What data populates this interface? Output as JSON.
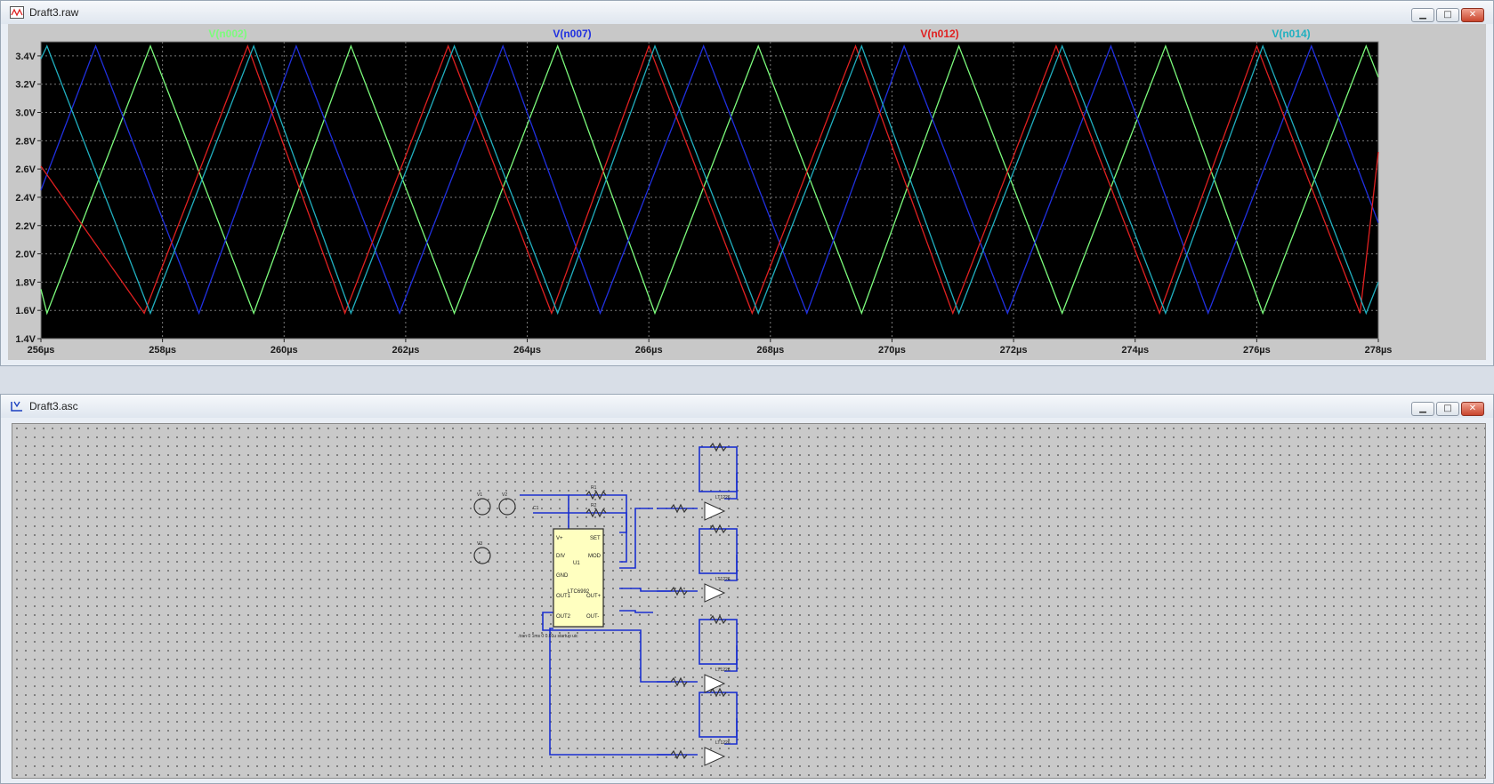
{
  "waveform_window": {
    "title": "Draft3.raw",
    "buttons": {
      "minimize": "▁",
      "maximize": "□",
      "close": "✕"
    }
  },
  "schematic_window": {
    "title": "Draft3.asc",
    "buttons": {
      "minimize": "▁",
      "maximize": "□",
      "close": "✕"
    },
    "labels": {
      "u1_name": "U1",
      "u1_part": "LTC6992",
      "u1_pins": [
        "V+",
        "SET",
        "DIV",
        "MOD",
        "GND",
        "OUT1",
        "OUT2",
        "OUT+",
        "OUT-"
      ],
      "sources": [
        "V1",
        "V2",
        "V3"
      ],
      "caps": [
        "C1"
      ],
      "resistors": [
        "R1",
        "R2"
      ],
      "opamp_part": "LT1226",
      "directive": ".tran 0 1ms 0 0.01u startup uic"
    }
  },
  "chart_data": {
    "type": "line",
    "x_unit": "µs",
    "y_unit": "V",
    "xlim": [
      256,
      278
    ],
    "ylim": [
      1.4,
      3.5
    ],
    "x_ticks": [
      "256µs",
      "258µs",
      "260µs",
      "262µs",
      "264µs",
      "266µs",
      "268µs",
      "270µs",
      "272µs",
      "274µs",
      "276µs",
      "278µs"
    ],
    "y_ticks": [
      "1.4V",
      "1.6V",
      "1.8V",
      "2.0V",
      "2.2V",
      "2.4V",
      "2.6V",
      "2.8V",
      "3.0V",
      "3.2V",
      "3.4V"
    ],
    "grid": true,
    "legend_placement": "top",
    "series": [
      {
        "name": "V(n002)",
        "color": "#7cfc7c",
        "x": [
          256.0,
          256.1,
          257.8,
          259.5,
          261.1,
          262.8,
          264.5,
          266.1,
          267.8,
          269.5,
          271.1,
          272.8,
          274.5,
          276.1,
          277.8,
          278.0
        ],
        "y": [
          1.75,
          1.58,
          3.47,
          1.58,
          3.47,
          1.58,
          3.47,
          1.58,
          3.47,
          1.58,
          3.47,
          1.58,
          3.47,
          1.58,
          3.47,
          3.25
        ]
      },
      {
        "name": "V(n007)",
        "color": "#2030e0",
        "x": [
          256.0,
          256.9,
          258.6,
          260.2,
          261.9,
          263.6,
          265.2,
          266.9,
          268.6,
          270.2,
          271.9,
          273.6,
          275.2,
          276.9,
          278.0
        ],
        "y": [
          2.45,
          3.47,
          1.58,
          3.47,
          1.58,
          3.47,
          1.58,
          3.47,
          1.58,
          3.47,
          1.58,
          3.47,
          1.58,
          3.47,
          2.22
        ]
      },
      {
        "name": "V(n012)",
        "color": "#e02020",
        "x": [
          256.0,
          256.0,
          257.7,
          259.4,
          261.0,
          262.7,
          264.4,
          266.0,
          267.7,
          269.4,
          271.0,
          272.7,
          274.4,
          276.0,
          277.7,
          278.0
        ],
        "y": [
          2.62,
          2.62,
          1.58,
          3.47,
          1.58,
          3.47,
          1.58,
          3.47,
          1.58,
          3.47,
          1.58,
          3.47,
          1.58,
          3.47,
          1.58,
          2.72
        ]
      },
      {
        "name": "V(n014)",
        "color": "#20b0c0",
        "x": [
          256.0,
          256.1,
          257.8,
          259.5,
          261.1,
          262.8,
          264.5,
          266.1,
          267.8,
          269.5,
          271.1,
          272.8,
          274.5,
          276.1,
          277.8,
          278.0
        ],
        "y": [
          3.38,
          3.47,
          1.58,
          3.47,
          1.58,
          3.47,
          1.58,
          3.47,
          1.58,
          3.47,
          1.58,
          3.47,
          1.58,
          3.47,
          1.58,
          1.8
        ]
      }
    ]
  }
}
